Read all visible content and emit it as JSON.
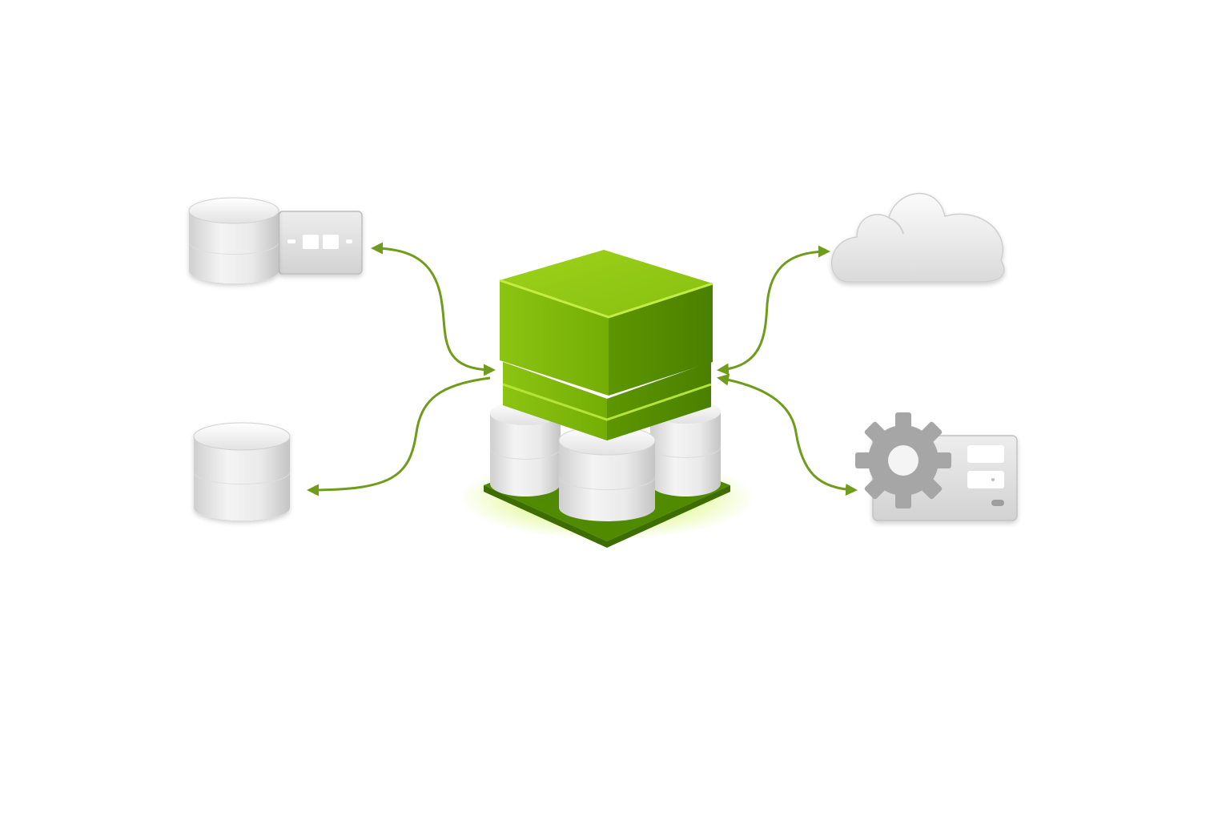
{
  "diagram": {
    "nodes": [
      {
        "id": "central-hub",
        "icon": "green-cube-on-database-cluster-icon"
      },
      {
        "id": "database-appliance",
        "icon": "database-with-server-panel-icon"
      },
      {
        "id": "database",
        "icon": "database-icon"
      },
      {
        "id": "cloud",
        "icon": "cloud-icon"
      },
      {
        "id": "settings-server",
        "icon": "gear-with-server-panel-icon"
      }
    ],
    "connectors": [
      {
        "from": "central-hub",
        "to": "database-appliance",
        "arrowheads": "both"
      },
      {
        "from": "central-hub",
        "to": "database",
        "arrowheads": "end"
      },
      {
        "from": "central-hub",
        "to": "cloud",
        "arrowheads": "both"
      },
      {
        "from": "central-hub",
        "to": "settings-server",
        "arrowheads": "both"
      }
    ],
    "colors": {
      "background": "#ffffff",
      "accent_green": "#84bd00",
      "green_light": "#a6d61e",
      "green_dark": "#4f8a00",
      "arrow": "#6f9c1a",
      "gray_light": "#f2f2f2",
      "gray_mid": "#d6d6d6",
      "gray_dark": "#a8a8a8"
    }
  }
}
